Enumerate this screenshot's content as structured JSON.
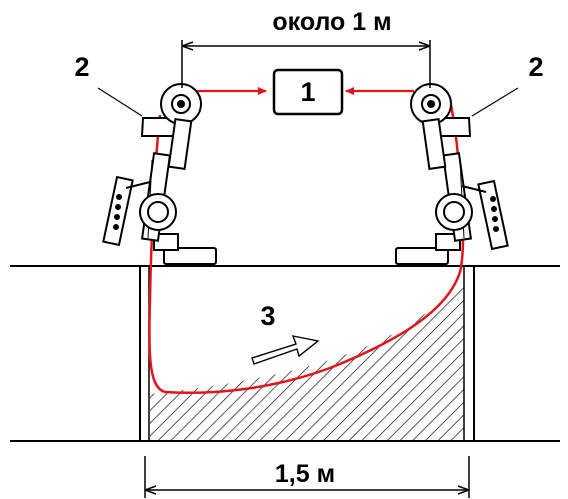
{
  "labels": {
    "top_dimension": "около 1 м",
    "bottom_dimension": "1,5 м",
    "device": "1",
    "roller_left": "2",
    "roller_right": "2",
    "trench": "3"
  },
  "colors": {
    "cable": "#e0161b",
    "line": "#000000",
    "background": "#ffffff"
  }
}
